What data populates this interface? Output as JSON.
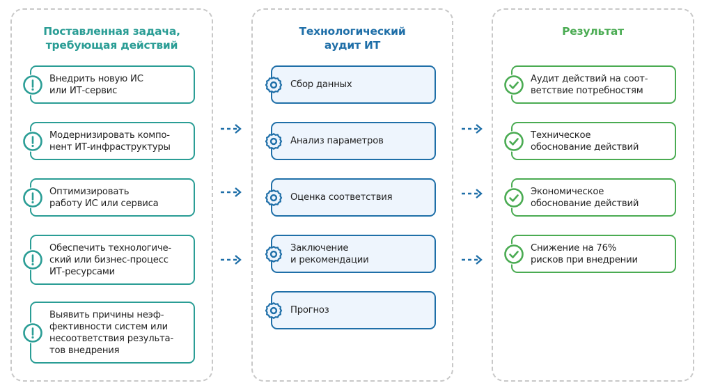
{
  "columns": {
    "task": {
      "title": "Поставленная задача,\nтребующая действий",
      "accent_color": "#2a9d95",
      "icon": "exclamation-circle-icon",
      "items": [
        {
          "label": "Внедрить новую ИС\nили ИТ-сервис"
        },
        {
          "label": "Модернизировать компо-\nнент ИТ-инфраструктуры"
        },
        {
          "label": "Оптимизировать\nработу ИС или сервиса"
        },
        {
          "label": "Обеспечить технологиче-\nский или бизнес-процесс\nИТ-ресурсами"
        },
        {
          "label": "Выявить причины неэф-\nфективности систем или\nнесоответствия результа-\nтов внедрения"
        }
      ]
    },
    "audit": {
      "title": "Технологический\nаудит ИТ",
      "accent_color": "#1f6fa8",
      "icon": "gear-icon",
      "items": [
        {
          "label": "Сбор данных"
        },
        {
          "label": "Анализ параметров"
        },
        {
          "label": "Оценка соответствия"
        },
        {
          "label": "Заключение\nи рекомендации"
        },
        {
          "label": "Прогноз"
        }
      ]
    },
    "result": {
      "title": "Результат",
      "accent_color": "#4aab52",
      "icon": "check-circle-icon",
      "items": [
        {
          "label": "Аудит действий на соот-\nветствие потребностям"
        },
        {
          "label": "Техническое\nобоснование действий"
        },
        {
          "label": "Экономическое\nобоснование действий"
        },
        {
          "label": "Снижение на 76%\nрисков при внедрении"
        }
      ]
    }
  },
  "arrows": {
    "color": "#1f6fa8",
    "icon": "dashed-arrow-right-icon"
  }
}
